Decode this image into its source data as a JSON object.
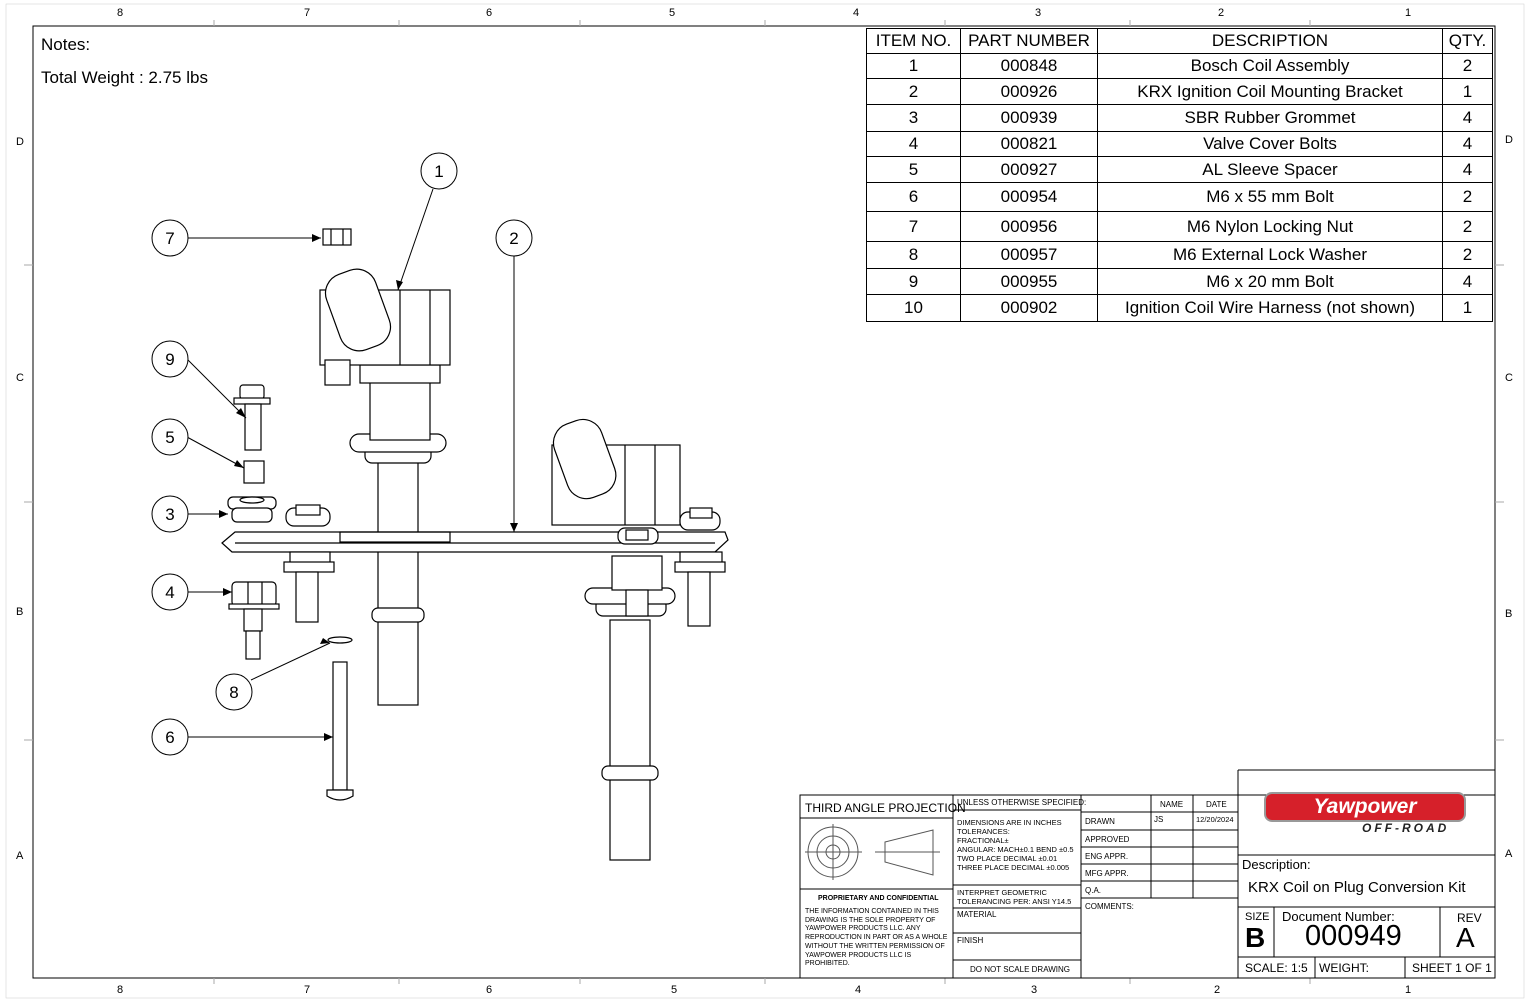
{
  "zones": {
    "top": [
      "8",
      "7",
      "6",
      "5",
      "4",
      "3",
      "2",
      "1"
    ],
    "bottom": [
      "8",
      "7",
      "6",
      "5",
      "4",
      "3",
      "2",
      "1"
    ],
    "left": [
      "D",
      "C",
      "B",
      "A"
    ],
    "right": [
      "D",
      "C",
      "B",
      "A"
    ]
  },
  "notes": {
    "title": "Notes:",
    "weight": "Total Weight : 2.75 lbs"
  },
  "bom": {
    "headers": [
      "ITEM NO.",
      "PART NUMBER",
      "DESCRIPTION",
      "QTY."
    ],
    "rows": [
      [
        "1",
        "000848",
        "Bosch Coil Assembly",
        "2"
      ],
      [
        "2",
        "000926",
        "KRX Ignition Coil Mounting Bracket",
        "1"
      ],
      [
        "3",
        "000939",
        "SBR Rubber Grommet",
        "4"
      ],
      [
        "4",
        "000821",
        "Valve Cover Bolts",
        "4"
      ],
      [
        "5",
        "000927",
        "AL Sleeve Spacer",
        "4"
      ],
      [
        "6",
        "000954",
        "M6 x 55 mm Bolt",
        "2"
      ],
      [
        "7",
        "000956",
        "M6 Nylon Locking Nut",
        "2"
      ],
      [
        "8",
        "000957",
        "M6 External Lock Washer",
        "2"
      ],
      [
        "9",
        "000955",
        "M6 x 20 mm Bolt",
        "4"
      ],
      [
        "10",
        "000902",
        "Ignition Coil Wire Harness (not shown)",
        "1"
      ]
    ]
  },
  "balloons": [
    "1",
    "2",
    "3",
    "4",
    "5",
    "6",
    "7",
    "8",
    "9"
  ],
  "title_block": {
    "projection": "THIRD ANGLE PROJECTION",
    "proprietary_title": "PROPRIETARY AND CONFIDENTIAL",
    "proprietary_text": [
      "THE INFORMATION CONTAINED IN THIS",
      "DRAWING IS THE SOLE PROPERTY OF",
      "YAWPOWER PRODUCTS LLC.  ANY",
      "REPRODUCTION IN PART OR AS A WHOLE",
      "WITHOUT THE WRITTEN PERMISSION OF",
      "YAWPOWER PRODUCTS LLC IS",
      "PROHIBITED."
    ],
    "unless": "UNLESS OTHERWISE SPECIFIED:",
    "dims": [
      "DIMENSIONS ARE IN INCHES",
      "TOLERANCES:",
      "FRACTIONAL±",
      "ANGULAR: MACH±0.1 BEND ±0.5",
      "TWO PLACE DECIMAL    ±0.01",
      "THREE PLACE DECIMAL  ±0.005"
    ],
    "interpret": [
      "INTERPRET GEOMETRIC",
      "TOLERANCING PER:    ANSI Y14.5"
    ],
    "material": "MATERIAL",
    "finish": "FINISH",
    "no_scale": "DO NOT SCALE DRAWING",
    "name_hdr": "NAME",
    "date_hdr": "DATE",
    "drawn": "DRAWN",
    "drawn_name": "JS",
    "drawn_date": "12/20/2024",
    "approved": "APPROVED",
    "eng": "ENG APPR.",
    "mfg": "MFG APPR.",
    "qa": "Q.A.",
    "comments": "COMMENTS:",
    "logo": "Yawpower",
    "logo_sub": "OFF-ROAD",
    "desc_label": "Description:",
    "desc": "KRX Coil on Plug Conversion Kit",
    "size_label": "SIZE",
    "size": "B",
    "docnum_label": "Document Number:",
    "docnum": "000949",
    "rev_label": "REV",
    "rev": "A",
    "scale": "SCALE: 1:5",
    "weight": "WEIGHT:",
    "sheet": "SHEET 1 OF 1"
  }
}
